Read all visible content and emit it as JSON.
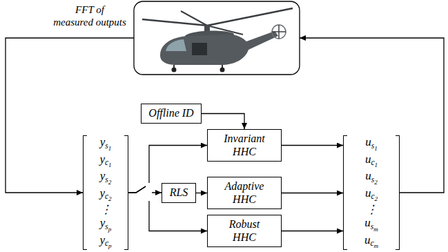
{
  "diagram": {
    "nodes": [
      {
        "text": [
          "Offline ID"
        ]
      },
      {
        "text": [
          "Invariant HHC"
        ]
      },
      {
        "text": [
          "ys1",
          "yc1",
          "ys2",
          "yc2",
          "⋮",
          "ysp",
          "ycp"
        ]
      },
      {
        "text": [
          "RLS"
        ]
      },
      {
        "text": [
          "Adaptive HHC"
        ]
      },
      {
        "text": [
          "Robust HHC"
        ]
      },
      {
        "text": [
          "us1",
          "uc1",
          "us2",
          "uc2",
          "⋮",
          "usm",
          "ucm"
        ]
      }
    ],
    "edges": [
      {
        "from": 0,
        "to": 1,
        "arrow": "to"
      },
      {
        "from": 2,
        "to": 1,
        "arrow": "to"
      },
      {
        "from": 2,
        "to": 3,
        "arrow": "to"
      },
      {
        "from": 3,
        "to": 4,
        "arrow": "to"
      },
      {
        "from": 2,
        "to": 5,
        "arrow": "to"
      },
      {
        "from": 1,
        "to": 6,
        "arrow": "to"
      },
      {
        "from": 4,
        "to": 6,
        "arrow": "to"
      },
      {
        "from": 5,
        "to": 6,
        "arrow": "to"
      }
    ],
    "labels": [
      "FFT of measured outputs"
    ]
  }
}
